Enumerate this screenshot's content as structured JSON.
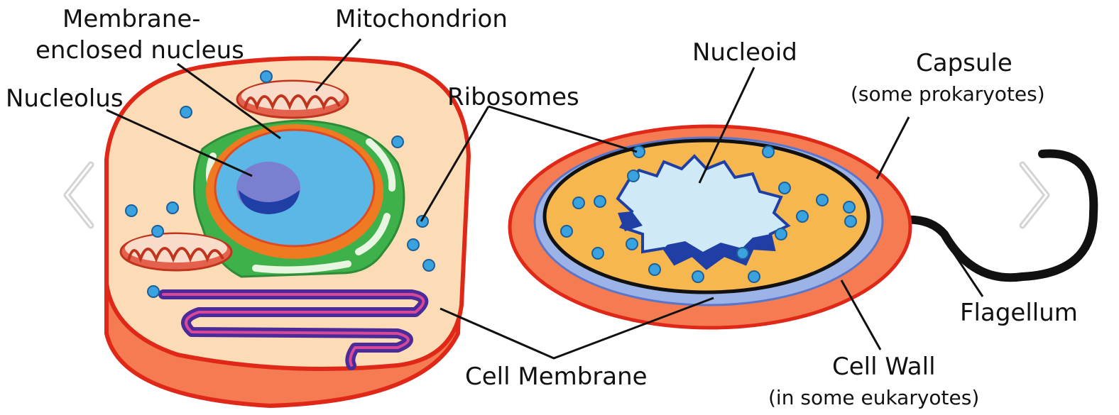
{
  "labels": {
    "membrane_nucleus_1": "Membrane-",
    "membrane_nucleus_2": "enclosed nucleus",
    "mitochondrion": "Mitochondrion",
    "nucleolus": "Nucleolus",
    "ribosomes": "Ribosomes",
    "nucleoid": "Nucleoid",
    "capsule": "Capsule",
    "capsule_note": "(some prokaryotes)",
    "flagellum": "Flagellum",
    "cell_membrane": "Cell Membrane",
    "cell_wall": "Cell Wall",
    "cell_wall_note": "(in some eukaryotes)"
  },
  "navigation": {
    "prev_icon": "chevron-left-icon",
    "next_icon": "chevron-right-icon"
  },
  "colors": {
    "outline_red": "#e02818",
    "cytoplasm": "#fbdcb6",
    "cell_side": "#f47b52",
    "nucleus": "#5bb8e6",
    "nucleolus": "#7a7fd0",
    "er_green": "#3fb14a",
    "ribosome": "#3aa2df",
    "golgi_purple": "#4b2a9a",
    "prok_fill": "#f6b84e",
    "prok_wall": "#9bb3e6",
    "nucleoid_fill": "#cfeaf6",
    "nucleoid_dark": "#1f3fa6"
  }
}
